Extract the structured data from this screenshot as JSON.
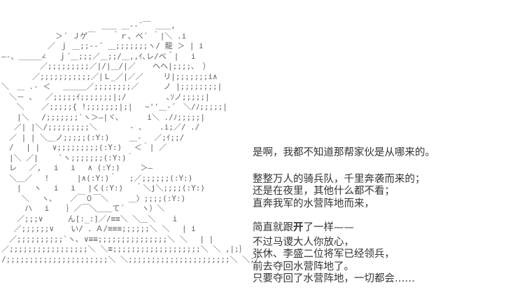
{
  "colors": {
    "background": "#ffffff",
    "art": "#5f5f5f",
    "text": "#343434"
  },
  "art": {
    "description": "ascii-art-character-dragon-figure",
    "lines": [
      "　　　　　　　　　　　　　＿＿ ＿-‐¨￣ ＿＿,",
      "　　　　　　　＞´ Ｊゲ￣ 　 ｀ｒ、ベ´ ｀|＼ .i",
      "　　　　　　／ ｊ ＿;;-‐´ ＿;;;;;;;ヽ/ 龍 ＞ | i",
      "―-、＿＿＿∠ 　ｊ´＿;;;／＿;;/＿,,ｲ､レ/ベ＾|　 i",
      "　　　　　／;;;;;;;;;／|/|＿/|／ 　 ヘヘ|;;;;､　）",
      "　　　　／;;;;;;;;;;;／|Ｌ_／|／／ 　　リ|;;;;;;;i∧",
      "＼　＿ .- ＜ 　＿＿＿／;;;;;;;;／ 　　 ノ |;;;;;;;;|",
      "　＼－ ､ 　／;;;;;ｲ;;;;;;;|;/ 　　　 　､ｿノ;;;;;|",
      "　　＼ 　 ／;;;;;{ !;;;;;;;|;| 　~''＿-´　＼/ﾉ;;;;;|",
      "　　|＼ 　/;;;;;;;`ヽ＞―|ヾ､ 　　　i＼ ./ﾉ;;;;;|",
      "　 ／| |＼/;;;;;;;;;＼ 　　　 - ､ 　 .i;／/ ./",
      "　／ | | ＼＿ノ;;;;;(:Y:) 　　＿- 　／;ｲ;;/",
      "　/ 　| |　 ∨;;;;;;;;;(:Y:) 　＜｀| ／",
      "　|＼ ／|　　 `ヽ;;;;;;;(:Y:)｀",
      "　レ 　／, 　i 　i 　∧ (:Y:) 　　＞―",
      "　＼＿／ 　! 　　　|∧(:Y:)｀ 　;／;;;;;;(:Y:)",
      "　　| 　ヽ 　i 　i 　|く(:Y:) 　｀＼j＼;;;;(:Y:)",
      "　　 ＼ 　ヽ､ 　 ／￣０￣＼ 　　＿〉;;;;(:Y:)",
      "　　　ハ 　i 　 ｝／￣＼＿＿て´ 　 ヽ）＼",
      "　　／;;;∨ 　　 ん[:_:]／/≡≡＼ ＼＿＼ 　 i",
      "　 ／;;;;;;∨ 　 い/ ．Ａ/≡≡≡;;;;;;＼ ＼ 　| i",
      "　／;;;;;;;;;;`ヽ､ ∨≡≡;;;;;;;;;;;;;;;＼ ＼ 　| |",
      "／;;;;;;;;;;;;;;;;;＼ ＼≡;;;;;;;;;;;;;;;;;;;＼ ＼ ,|;｝",
      "/;;;;;;;;;;;;;;;;;;;;;;＼ ＼;;;;;;;;;;;;;;;;;;;;;;＼ ＼;ﾉ"
    ]
  },
  "dialogue": {
    "block1": "是啊，我都不知道那帮家伙是从哪来的。",
    "block2_lines": [
      "整整万人的骑兵队，千里奔袭而来的；",
      "还是在夜里，其他什么都不看；",
      "直奔我军的水营阵地而来，"
    ],
    "block2_last": {
      "pre": "简直就跟",
      "em": "开",
      "post": "了一样——"
    },
    "block3_lines": [
      "不过马谡大人你放心，",
      "张休、李盛二位将军已经领兵，",
      "前去夺回水营阵地了。",
      "只要夺回了水营阵地，一切都会……"
    ]
  }
}
